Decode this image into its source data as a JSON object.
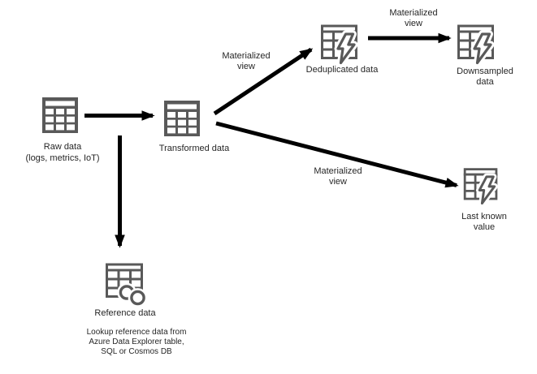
{
  "diagram": {
    "background_color": "#ffffff",
    "icon_color": "#595959",
    "arrow_color": "#000000",
    "text_color": "#262626",
    "nodes": {
      "raw": {
        "label": "Raw data",
        "sublabel": "(logs, metrics, IoT)",
        "icon": "table-icon"
      },
      "transformed": {
        "label": "Transformed data",
        "icon": "table-icon"
      },
      "deduplicated": {
        "label": "Deduplicated data",
        "icon": "materialized-view-table-icon"
      },
      "downsampled": {
        "label": "Downsampled data",
        "icon": "materialized-view-table-icon"
      },
      "last_known": {
        "label": "Last known value",
        "icon": "materialized-view-table-icon"
      },
      "reference": {
        "label": "Reference data",
        "icon": "reference-table-icon",
        "note": "Lookup reference data from\nAzure Data Explorer table,\nSQL or Cosmos DB"
      }
    },
    "edges": {
      "raw_to_transformed": {},
      "raw_to_reference": {},
      "transformed_to_deduplicated": {
        "label": "Materialized\nview"
      },
      "deduplicated_to_downsampled": {
        "label": "Materialized\nview"
      },
      "transformed_to_last_known": {
        "label": "Materialized\nview"
      }
    }
  }
}
